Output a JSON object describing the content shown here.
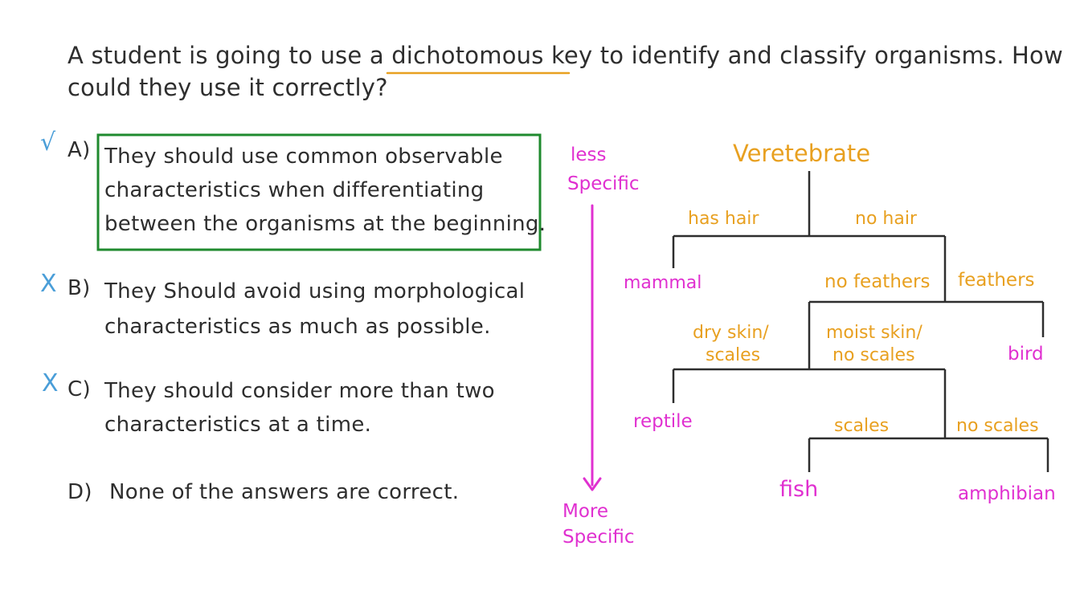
{
  "question": {
    "line1_pre": "A student is going to use a ",
    "line1_key": "dichotomous key",
    "line1_post": " to identify and classify organisms. How",
    "line2": "could they use it correctly?"
  },
  "options": [
    {
      "letter": "A)",
      "mark": "√",
      "lines": [
        "They should use common observable",
        "characteristics when differentiating",
        "between the organisms at the beginning."
      ]
    },
    {
      "letter": "B)",
      "mark": "X",
      "lines": [
        "They Should avoid using morphological",
        "characteristics as much as possible."
      ]
    },
    {
      "letter": "C)",
      "mark": "X",
      "lines": [
        "They should consider more than two",
        "characteristics at a time."
      ]
    },
    {
      "letter": "D)",
      "lines": [
        "None of the answers are correct."
      ]
    }
  ],
  "key": {
    "less_specific": [
      "less",
      "Specific"
    ],
    "more_specific": [
      "More",
      "Specific"
    ],
    "root": "Veretebrate",
    "labels": {
      "has_hair": "has hair",
      "no_hair": "no hair",
      "no_feathers": "no feathers",
      "feathers": "feathers",
      "dry_skin": [
        "dry skin/",
        "scales"
      ],
      "moist_skin": [
        "moist skin/",
        "no scales"
      ],
      "scales": "scales",
      "no_scales": "no scales"
    },
    "leaves": {
      "mammal": "mammal",
      "bird": "bird",
      "reptile": "reptile",
      "fish": "fish",
      "amphibian": "amphibian"
    }
  },
  "colors": {
    "ink": "#2e2e2e",
    "highlight_box": "#1f8a2e",
    "underline": "#e8a020",
    "tick": "#4a9ed8",
    "orange": "#e8a020",
    "pink": "#e030d0"
  }
}
